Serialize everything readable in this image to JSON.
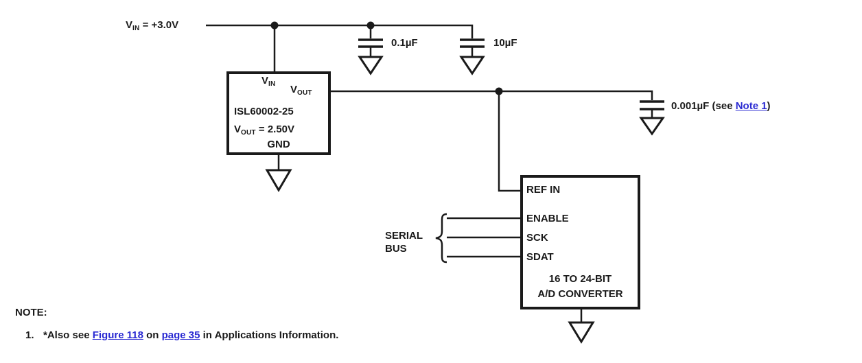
{
  "colors": {
    "ink": "#1a1a1a",
    "link": "#2a2ad2",
    "background": "#ffffff"
  },
  "source_label": {
    "base": "V",
    "sub": "IN",
    "rest": " = +3.0V"
  },
  "capacitors": {
    "c1_value": "0.1µF",
    "c2_value": "10µF",
    "c3_pre": "0.001µF (see ",
    "c3_link": "Note 1",
    "c3_post": ")"
  },
  "regulator": {
    "pin_vin": {
      "base": "V",
      "sub": "IN"
    },
    "pin_vout": {
      "base": "V",
      "sub": "OUT"
    },
    "part_number": "ISL60002-25",
    "output_spec": {
      "base": "V",
      "sub": "OUT",
      "rest": " = 2.50V"
    },
    "gnd_pin": "GND"
  },
  "adc": {
    "pin_refin": "REF IN",
    "pin_enable": "ENABLE",
    "pin_sck": "SCK",
    "pin_sdat": "SDAT",
    "name_line1": "16 TO 24-BIT",
    "name_line2": "A/D CONVERTER"
  },
  "serial_bus": {
    "line1": "SERIAL",
    "line2": "BUS"
  },
  "note": {
    "heading": "NOTE:",
    "number": "1.",
    "pre": "*Also see ",
    "link1": "Figure 118",
    "mid": " on ",
    "link2": "page 35",
    "post": " in Applications Information."
  }
}
